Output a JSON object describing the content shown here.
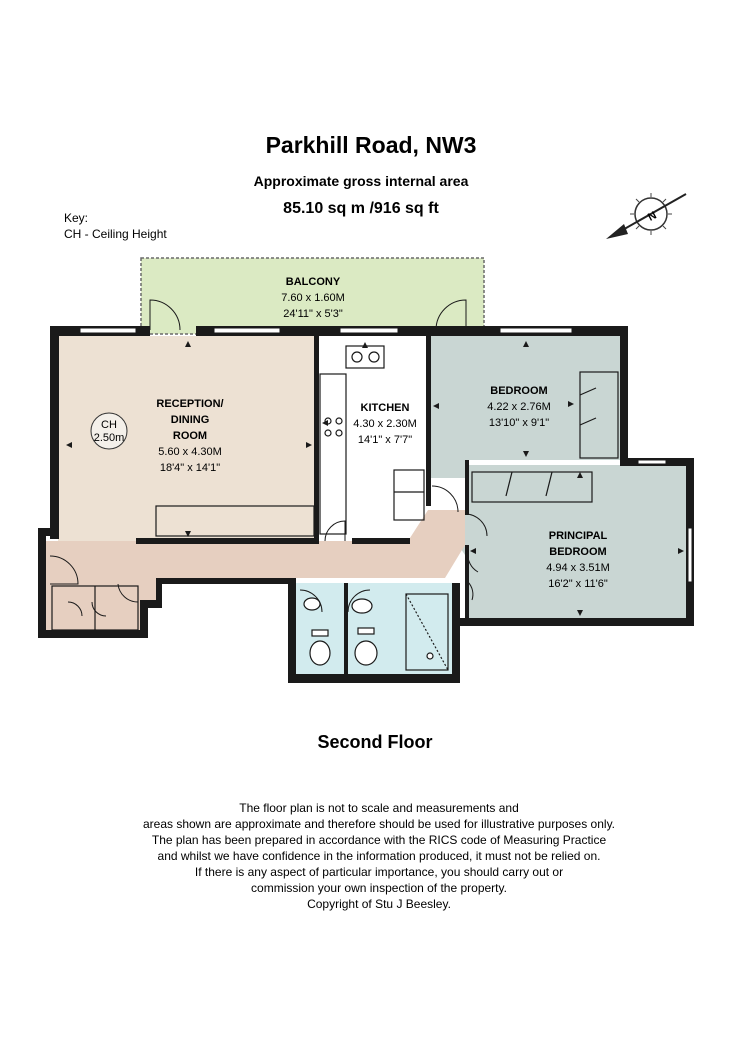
{
  "header": {
    "title": "Parkhill Road, NW3",
    "subtitle": "Approximate gross internal area",
    "area": "85.10 sq m /916 sq ft"
  },
  "key": {
    "heading": "Key:",
    "item": "CH - Ceiling Height"
  },
  "compass": {
    "letter": "N",
    "icon": "north-compass-icon"
  },
  "rooms": {
    "balcony": {
      "name": "BALCONY",
      "metric": "7.60 x 1.60M",
      "imperial": "24'11\" x 5'3\""
    },
    "reception": {
      "name1": "RECEPTION/",
      "name2": "DINING",
      "name3": "ROOM",
      "metric": "5.60 x 4.30M",
      "imperial": "18'4\" x 14'1\""
    },
    "kitchen": {
      "name": "KITCHEN",
      "metric": "4.30 x 2.30M",
      "imperial": "14'1\" x 7'7\""
    },
    "bedroom": {
      "name": "BEDROOM",
      "metric": "4.22 x 2.76M",
      "imperial": "13'10\" x 9'1\""
    },
    "principal": {
      "name1": "PRINCIPAL",
      "name2": "BEDROOM",
      "metric": "4.94 x 3.51M",
      "imperial": "16'2\" x 11'6\""
    },
    "ceiling": {
      "label": "CH",
      "value": "2.50m"
    }
  },
  "colors": {
    "reception": "#ede1d3",
    "kitchen": "#ffffff",
    "bedroom": "#c9d6d3",
    "balcony": "#dbeac3",
    "hall": "#e6cfc0",
    "bathroom": "#d2ebee",
    "wall": "#1a1a1a"
  },
  "floor_label": "Second Floor",
  "disclaimer": [
    "The floor plan is not to scale and measurements and",
    "areas shown are approximate and therefore should be used for illustrative purposes only.",
    "The plan has been prepared in accordance with the RICS code of Measuring Practice",
    "and whilst we have confidence in the information produced, it must not be relied on.",
    "If there is any aspect of particular importance, you should carry out or",
    "commission your own inspection of the property.",
    "Copyright of Stu J Beesley."
  ]
}
